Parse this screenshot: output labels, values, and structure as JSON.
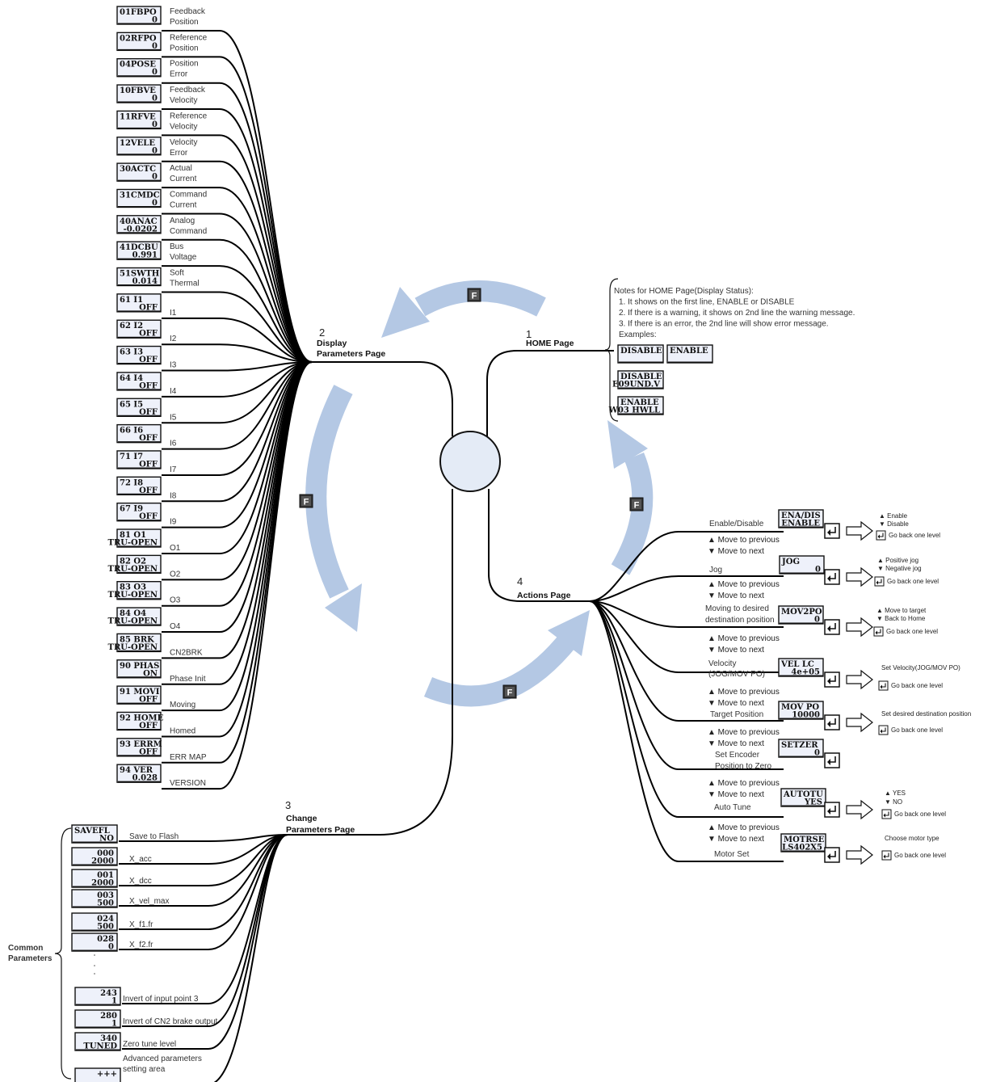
{
  "colors": {
    "arrow": "#b4c8e4",
    "line": "#000000",
    "lcd_fill": "#eef1fa",
    "hub_fill": "#e4ebf6"
  },
  "hub": {
    "f_key": "F"
  },
  "pages": {
    "home": {
      "number": "1",
      "title": "HOME Page"
    },
    "display": {
      "number": "2",
      "title_line1": "Display",
      "title_line2": "Parameters Page"
    },
    "change": {
      "number": "3",
      "title_line1": "Change",
      "title_line2": "Parameters Page"
    },
    "actions": {
      "number": "4",
      "title": "Actions Page"
    }
  },
  "display_params": [
    {
      "l1": "01FBPO",
      "l2": "0",
      "lab1": "Feedback",
      "lab2": "Position"
    },
    {
      "l1": "02RFPO",
      "l2": "0",
      "lab1": "Reference",
      "lab2": "Position"
    },
    {
      "l1": "04POSE",
      "l2": "0",
      "lab1": "Position",
      "lab2": "Error"
    },
    {
      "l1": "10FBVE",
      "l2": "0",
      "lab1": "Feedback",
      "lab2": "Velocity"
    },
    {
      "l1": "11RFVE",
      "l2": "0",
      "lab1": "Reference",
      "lab2": "Velocity"
    },
    {
      "l1": "12VELE",
      "l2": "0",
      "lab1": "Velocity",
      "lab2": "Error"
    },
    {
      "l1": "30ACTC",
      "l2": "0",
      "lab1": "Actual",
      "lab2": "Current"
    },
    {
      "l1": "31CMDC",
      "l2": "0",
      "lab1": "Command",
      "lab2": "Current"
    },
    {
      "l1": "40ANAC",
      "l2": "-0.0202",
      "lab1": "Analog",
      "lab2": "Command"
    },
    {
      "l1": "41DCBU",
      "l2": "0.991",
      "lab1": "Bus",
      "lab2": "Voltage"
    },
    {
      "l1": "51SWTH",
      "l2": "0.014",
      "lab1": "Soft",
      "lab2": "Thermal"
    },
    {
      "l1": "61 I1",
      "l2": "OFF",
      "lab1": "I1",
      "lab2": ""
    },
    {
      "l1": "62 I2",
      "l2": "OFF",
      "lab1": "I2",
      "lab2": ""
    },
    {
      "l1": "63 I3",
      "l2": "OFF",
      "lab1": "I3",
      "lab2": ""
    },
    {
      "l1": "64 I4",
      "l2": "OFF",
      "lab1": "I4",
      "lab2": ""
    },
    {
      "l1": "65 I5",
      "l2": "OFF",
      "lab1": "I5",
      "lab2": ""
    },
    {
      "l1": "66 I6",
      "l2": "OFF",
      "lab1": "I6",
      "lab2": ""
    },
    {
      "l1": "71 I7",
      "l2": "OFF",
      "lab1": "I7",
      "lab2": ""
    },
    {
      "l1": "72 I8",
      "l2": "OFF",
      "lab1": "I8",
      "lab2": ""
    },
    {
      "l1": "67 I9",
      "l2": "OFF",
      "lab1": "I9",
      "lab2": ""
    },
    {
      "l1": "81 O1",
      "l2": "TRU-OPEN",
      "lab1": "O1",
      "lab2": ""
    },
    {
      "l1": "82 O2",
      "l2": "TRU-OPEN",
      "lab1": "O2",
      "lab2": ""
    },
    {
      "l1": "83 O3",
      "l2": "TRU-OPEN",
      "lab1": "O3",
      "lab2": ""
    },
    {
      "l1": "84 O4",
      "l2": "TRU-OPEN",
      "lab1": "O4",
      "lab2": ""
    },
    {
      "l1": "85 BRK",
      "l2": "TRU-OPEN",
      "lab1": "CN2BRK",
      "lab2": ""
    },
    {
      "l1": "90 PHAS",
      "l2": "ON",
      "lab1": "Phase Init",
      "lab2": ""
    },
    {
      "l1": "91 MOVI",
      "l2": "OFF",
      "lab1": "Moving",
      "lab2": ""
    },
    {
      "l1": "92 HOME",
      "l2": "OFF",
      "lab1": "Homed",
      "lab2": ""
    },
    {
      "l1": "93 ERRM",
      "l2": "OFF",
      "lab1": "ERR MAP",
      "lab2": ""
    },
    {
      "l1": "94 VER",
      "l2": "0.028",
      "lab1": "VERSION",
      "lab2": ""
    }
  ],
  "change_params": [
    {
      "l1": "SAVEFL",
      "l2": "NO",
      "lab1": "Save to Flash",
      "lab2": ""
    },
    {
      "l1": "000",
      "l2": "2000",
      "lab1": "X_acc",
      "lab2": ""
    },
    {
      "l1": "001",
      "l2": "2000",
      "lab1": "X_dcc",
      "lab2": ""
    },
    {
      "l1": "003",
      "l2": "500",
      "lab1": "X_vel_max",
      "lab2": ""
    },
    {
      "l1": "024",
      "l2": "500",
      "lab1": "X_f1.fr",
      "lab2": ""
    },
    {
      "l1": "028",
      "l2": "0",
      "lab1": "X_f2.fr",
      "lab2": ""
    },
    {
      "l1": "243",
      "l2": "1",
      "lab1": "Invert of input point 3",
      "lab2": ""
    },
    {
      "l1": "280",
      "l2": "1",
      "lab1": "Invert of CN2 brake output",
      "lab2": ""
    },
    {
      "l1": "340",
      "l2": "TUNED",
      "lab1": "Zero tune level",
      "lab2": ""
    },
    {
      "l1": "+++",
      "l2": "",
      "lab1": "Advanced parameters",
      "lab2": "setting area"
    }
  ],
  "common_params_label": {
    "l1": "Common",
    "l2": "Parameters"
  },
  "home_notes": {
    "lines": [
      "Notes for HOME Page(Display Status):",
      "1. It shows on the first line, ENABLE or DISABLE",
      "2. If there is a warning, it shows on 2nd line the warning message.",
      "3. If there is an error, the 2nd line will show error message.",
      "Examples:"
    ],
    "examples": [
      {
        "l1": "DISABLE",
        "l2": ""
      },
      {
        "l1": "ENABLE",
        "l2": ""
      },
      {
        "l1": "DISABLE",
        "l2": "E09UND.V"
      },
      {
        "l1": "ENABLE",
        "l2": "W03 HWLL"
      }
    ]
  },
  "nav": {
    "prev": "▲ Move to previous",
    "next": "▼ Move to next"
  },
  "actions": [
    {
      "lab1": "Enable/Disable",
      "lab2": "",
      "l1": "ENA/DIS",
      "l2": "ENABLE",
      "opts": [
        "▲ Enable",
        "▼ Disable"
      ],
      "back": "Go back one level"
    },
    {
      "lab1": "Jog",
      "lab2": "",
      "l1": "JOG",
      "l2": "0",
      "opts": [
        "▲ Positive jog",
        "▼ Negative jog"
      ],
      "back": "Go back one level"
    },
    {
      "lab1": "Moving to desired",
      "lab2": "destination position",
      "l1": "MOV2PO",
      "l2": "0",
      "opts": [
        "▲ Move to target",
        "▼ Back to Home"
      ],
      "back": "Go back one level"
    },
    {
      "lab1": "Velocity",
      "lab2": "(JOG/MOV PO)",
      "l1": "VEL LC",
      "l2": "4e+05",
      "opts": [
        "Set Velocity(JOG/MOV PO)"
      ],
      "back": "Go back one level"
    },
    {
      "lab1": "Target Position",
      "lab2": "",
      "l1": "MOV PO",
      "l2": "10000",
      "opts": [
        "Set desired destination position"
      ],
      "back": "Go back one level"
    },
    {
      "lab1": "Set Encoder",
      "lab2": "Position to Zero",
      "l1": "SETZER",
      "l2": "0",
      "opts": [],
      "back": ""
    },
    {
      "lab1": "Auto Tune",
      "lab2": "",
      "l1": "AUTOTU",
      "l2": "YES",
      "opts": [
        "▲ YES",
        "▼ NO"
      ],
      "back": "Go back one level"
    },
    {
      "lab1": "Motor Set",
      "lab2": "",
      "l1": "MOTRSE",
      "l2": "LS402X5",
      "opts": [
        "Choose motor type"
      ],
      "back": "Go back one level"
    }
  ]
}
